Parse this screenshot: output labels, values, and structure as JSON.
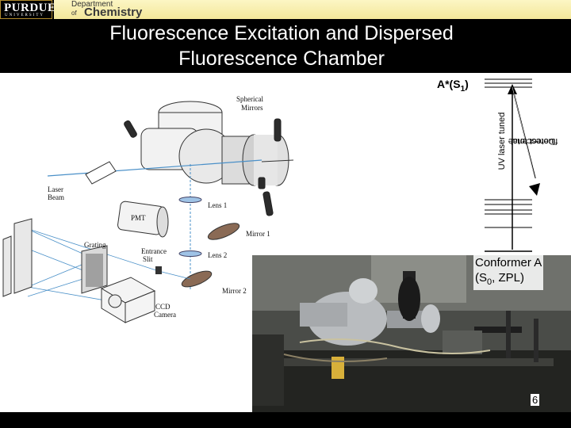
{
  "header": {
    "university_name": "PURDUE",
    "university_sub": "UNIVERSITY",
    "dept_line1": "Department",
    "dept_of": "of",
    "dept_name": "Chemistry",
    "title_line1": "Fluorescence Excitation and Dispersed",
    "title_line2": "Fluorescence Chamber"
  },
  "diagram": {
    "labels": {
      "spherical": "Spherical",
      "mirrors": "Mirrors",
      "laser": "Laser",
      "beam": "Beam",
      "pmt": "PMT",
      "lens1": "Lens 1",
      "mirror1": "Mirror 1",
      "grating": "Grating",
      "entrance": "Entrance",
      "slit": "Slit",
      "lens2": "Lens 2",
      "mirror2": "Mirror 2",
      "ccd": "CCD",
      "camera": "Camera"
    }
  },
  "energy_diagram": {
    "excited_state": "A*(S",
    "excited_sub": "1",
    "excited_close": ")",
    "uv_label": "UV laser tuned",
    "detect_line1": "Detect total",
    "detect_line2": "fluorescence",
    "conformer_line1": "Conformer A",
    "conformer_line2_pre": "(S",
    "conformer_line2_sub": "0",
    "conformer_line2_post": ", ZPL)"
  },
  "slide_number": "6",
  "colors": {
    "header_bg": "#000000",
    "dept_banner": "#f6eca8",
    "beam_blue": "#4a90c8",
    "mirror_brown": "#8a6a55"
  }
}
